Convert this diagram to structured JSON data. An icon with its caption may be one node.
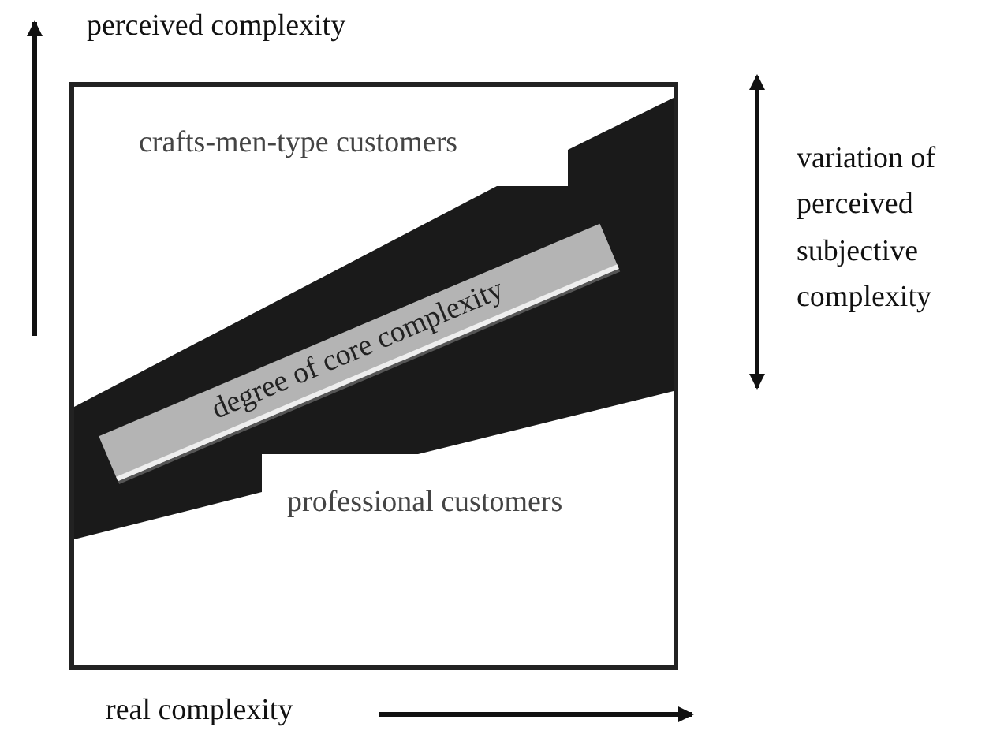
{
  "diagram": {
    "nodes": [
      {
        "text": [
          "degree of core complexity"
        ]
      }
    ],
    "labels": [
      "perceived complexity",
      "crafts-men-type customers",
      "variation of perceived subjective complexity",
      "professional customers",
      "real complexity"
    ]
  }
}
